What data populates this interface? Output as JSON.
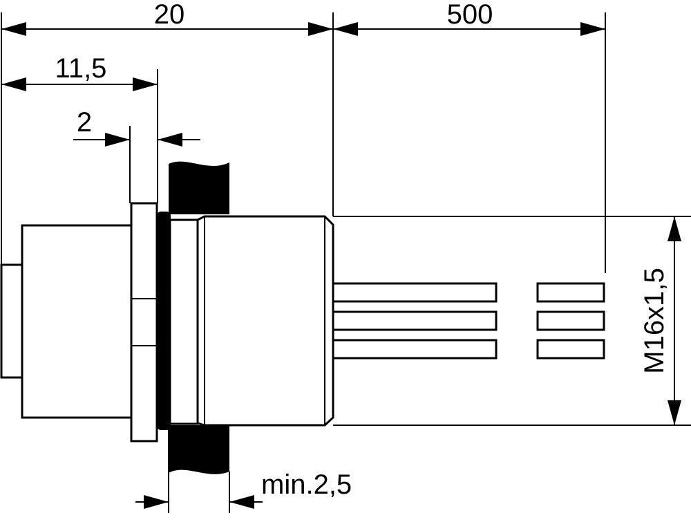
{
  "dimensions": {
    "overall_length": "20",
    "cable_length": "500",
    "front_to_flange": "11,5",
    "flange_thickness": "2",
    "wall_thickness": "min.2,5",
    "thread": "M16x1,5"
  }
}
